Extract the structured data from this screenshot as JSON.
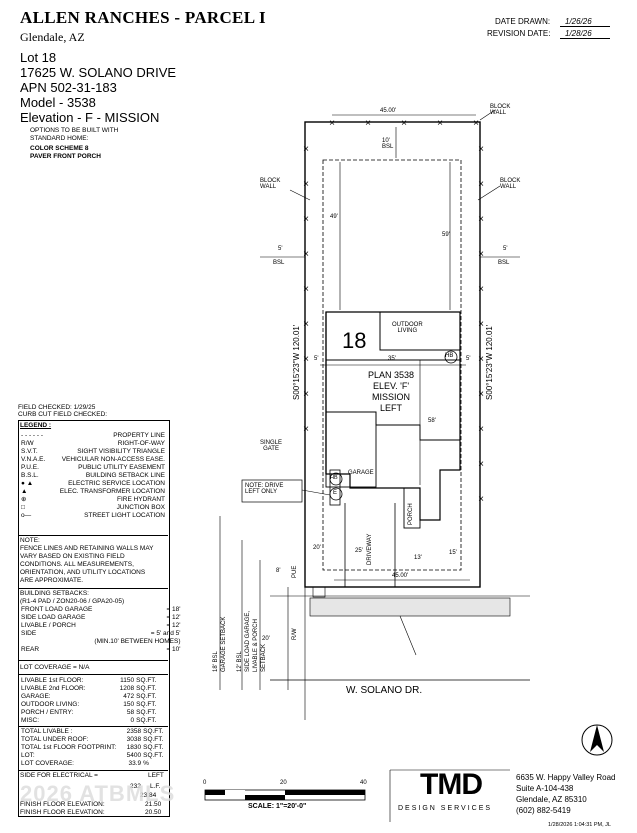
{
  "header": {
    "title": "ALLEN RANCHES - PARCEL I",
    "city": "Glendale, AZ",
    "lot": "Lot 18",
    "address": "17625 W. SOLANO DRIVE",
    "apn": "APN 502-31-183",
    "model": "Model - 3538",
    "elevation": "Elevation - F - MISSION",
    "options_note_1": "OPTIONS TO BE BUILT WITH",
    "options_note_2": "STANDARD HOME:",
    "options_1": "COLOR SCHEME 8",
    "options_2": "PAVER FRONT PORCH"
  },
  "dates": {
    "drawn_label": "DATE DRAWN:",
    "drawn_value": "1/26/26",
    "revision_label": "REVISION DATE:",
    "revision_value": "1/28/26"
  },
  "plan": {
    "lot_number": "18",
    "top_width": "45.00'",
    "bottom_width": "45.00'",
    "block_wall_top": "BLOCK\nWALL",
    "block_wall_left": "BLOCK\nWALL",
    "block_wall_right": "BLOCK\nWALL",
    "rear_bsl": "10'\nBSL",
    "side_5_left": "5'",
    "side_5_right": "5'",
    "bsl": "BSL",
    "dim_49": "49'",
    "dim_59": "59'",
    "dim_35": "35'",
    "dim_5a": "5'",
    "dim_5b": "5'",
    "bearing_left": "S00°15'23\"W 120.01'",
    "bearing_right": "S00°15'23\"W 120.01'",
    "outdoor_living": "OUTDOOR\nLIVING",
    "hb": "HB",
    "plan_text": "PLAN 3538\nELEV. 'F'\nMISSION\nLEFT",
    "dim_58": "58'",
    "single_gate": "SINGLE\nGATE",
    "garage": "GARAGE",
    "e": "E",
    "note_drive": "NOTE: DRIVE\nLEFT ONLY",
    "porch": "PORCH",
    "driveway": "DRIVEWAY",
    "dim_20": "20'",
    "dim_25": "25'",
    "dim_13": "13'",
    "dim_15": "15'",
    "dim_8": "8'",
    "pue": "PUE",
    "rw": "R/W",
    "street": "W. SOLANO DR.",
    "setback_18": "18' BSL\nGARAGE SETBACK",
    "setback_12": "12' BSL\nSIDE LOAD GARAGE,\nLIVABLE & PORCH\nSETBACK",
    "dim_20b": "20'"
  },
  "field": {
    "checked": "FIELD CHECKED: 1/29/25",
    "curb": "CURB CUT FIELD CHECKED:"
  },
  "legend": {
    "title": "LEGEND :",
    "items": [
      {
        "sym": "- - - - - -",
        "label": "PROPERTY LINE"
      },
      {
        "sym": "R/W",
        "label": "RIGHT-OF-WAY"
      },
      {
        "sym": "S.V.T.",
        "label": "SIGHT VISIBILITY TRIANGLE"
      },
      {
        "sym": "V.N.A.E.",
        "label": "VEHICULAR NON-ACCESS EASE."
      },
      {
        "sym": "P.U.E.",
        "label": "PUBLIC UTILITY EASEMENT"
      },
      {
        "sym": "B.S.L.",
        "label": "BUILDING SETBACK LINE"
      },
      {
        "sym": "● ▲",
        "label": "ELECTRIC SERVICE LOCATION"
      },
      {
        "sym": "▲",
        "label": "ELEC. TRANSFORMER LOCATION"
      },
      {
        "sym": "⊕",
        "label": "FIRE HYDRANT"
      },
      {
        "sym": "□",
        "label": "JUNCTION BOX"
      },
      {
        "sym": "o—",
        "label": "STREET LIGHT LOCATION"
      }
    ]
  },
  "note": {
    "lines": [
      "NOTE:",
      "FENCE LINES AND RETAINING WALLS MAY",
      "VARY BASED ON EXISTING FIELD",
      "CONDITIONS.  ALL MEASUREMENTS,",
      "ORIENTATION, AND UTILITY LOCATIONS",
      "ARE APPROXIMATE."
    ]
  },
  "setbacks": {
    "title": "BUILDING SETBACKS:",
    "subtitle": "(R1-4 PAD / ZON20-06 / GPA20-05)",
    "rows": [
      {
        "k": "FRONT LOAD GARAGE",
        "v": "= 18'"
      },
      {
        "k": "SIDE LOAD GARAGE",
        "v": "= 12'"
      },
      {
        "k": "LIVABLE / PORCH",
        "v": "= 12'"
      },
      {
        "k": "SIDE",
        "v": "= 5' and 5'"
      },
      {
        "k": "",
        "v": "(MIN.10' BETWEEN HOMES)"
      },
      {
        "k": "REAR",
        "v": "= 10'"
      }
    ],
    "coverage": "LOT COVERAGE = N/A"
  },
  "areas": {
    "rows": [
      {
        "k": "LIVABLE 1st FLOOR:",
        "v": "1150",
        "u": "SQ.FT."
      },
      {
        "k": "LIVABLE 2nd FLOOR:",
        "v": "1208",
        "u": "SQ.FT."
      },
      {
        "k": "GARAGE:",
        "v": "472",
        "u": "SQ.FT."
      },
      {
        "k": "OUTDOOR LIVING:",
        "v": "150",
        "u": "SQ.FT."
      },
      {
        "k": "PORCH / ENTRY:",
        "v": "58",
        "u": "SQ.FT."
      },
      {
        "k": "MISC:",
        "v": "0",
        "u": "SQ.FT."
      }
    ],
    "totals": [
      {
        "k": "TOTAL LIVABLE :",
        "v": "2358",
        "u": "SQ.FT."
      },
      {
        "k": "TOTAL UNDER ROOF:",
        "v": "3038",
        "u": "SQ.FT."
      },
      {
        "k": "TOTAL 1st FLOOR FOOTPRINT:",
        "v": "1830",
        "u": "SQ.FT."
      },
      {
        "k": "LOT:",
        "v": "5400",
        "u": "SQ.FT."
      },
      {
        "k": "LOT COVERAGE:",
        "v": "33.9",
        "u": "%"
      }
    ]
  },
  "electrical": {
    "side_label": "SIDE FOR ELECTRICAL =",
    "side_value": "LEFT",
    "row2_label": "",
    "row2_value": "232",
    "row2_unit": "L.F.",
    "row3_value": "23.84",
    "finish_floor_label": "FINISH FLOOR ELEVATION:",
    "finish_floor_value": "21.50",
    "finish_floor2_label": "FINISH FLOOR ELEVATION:",
    "finish_floor2_value": "20.50"
  },
  "scale": {
    "t0": "0",
    "t20": "20",
    "t40": "40",
    "label": "SCALE:  1\"=20'-0\""
  },
  "company": {
    "logo": "TMD",
    "subtitle": "DESIGN SERVICES",
    "address_lines": [
      "6635 W. Happy Valley Road",
      "Suite A-104-438",
      "Glendale, AZ 85310",
      "(602) 882-5419"
    ]
  },
  "watermark": "2026 ATBMLS",
  "footer_stamp": "1/28/2026 1:04:31 PM, JL"
}
